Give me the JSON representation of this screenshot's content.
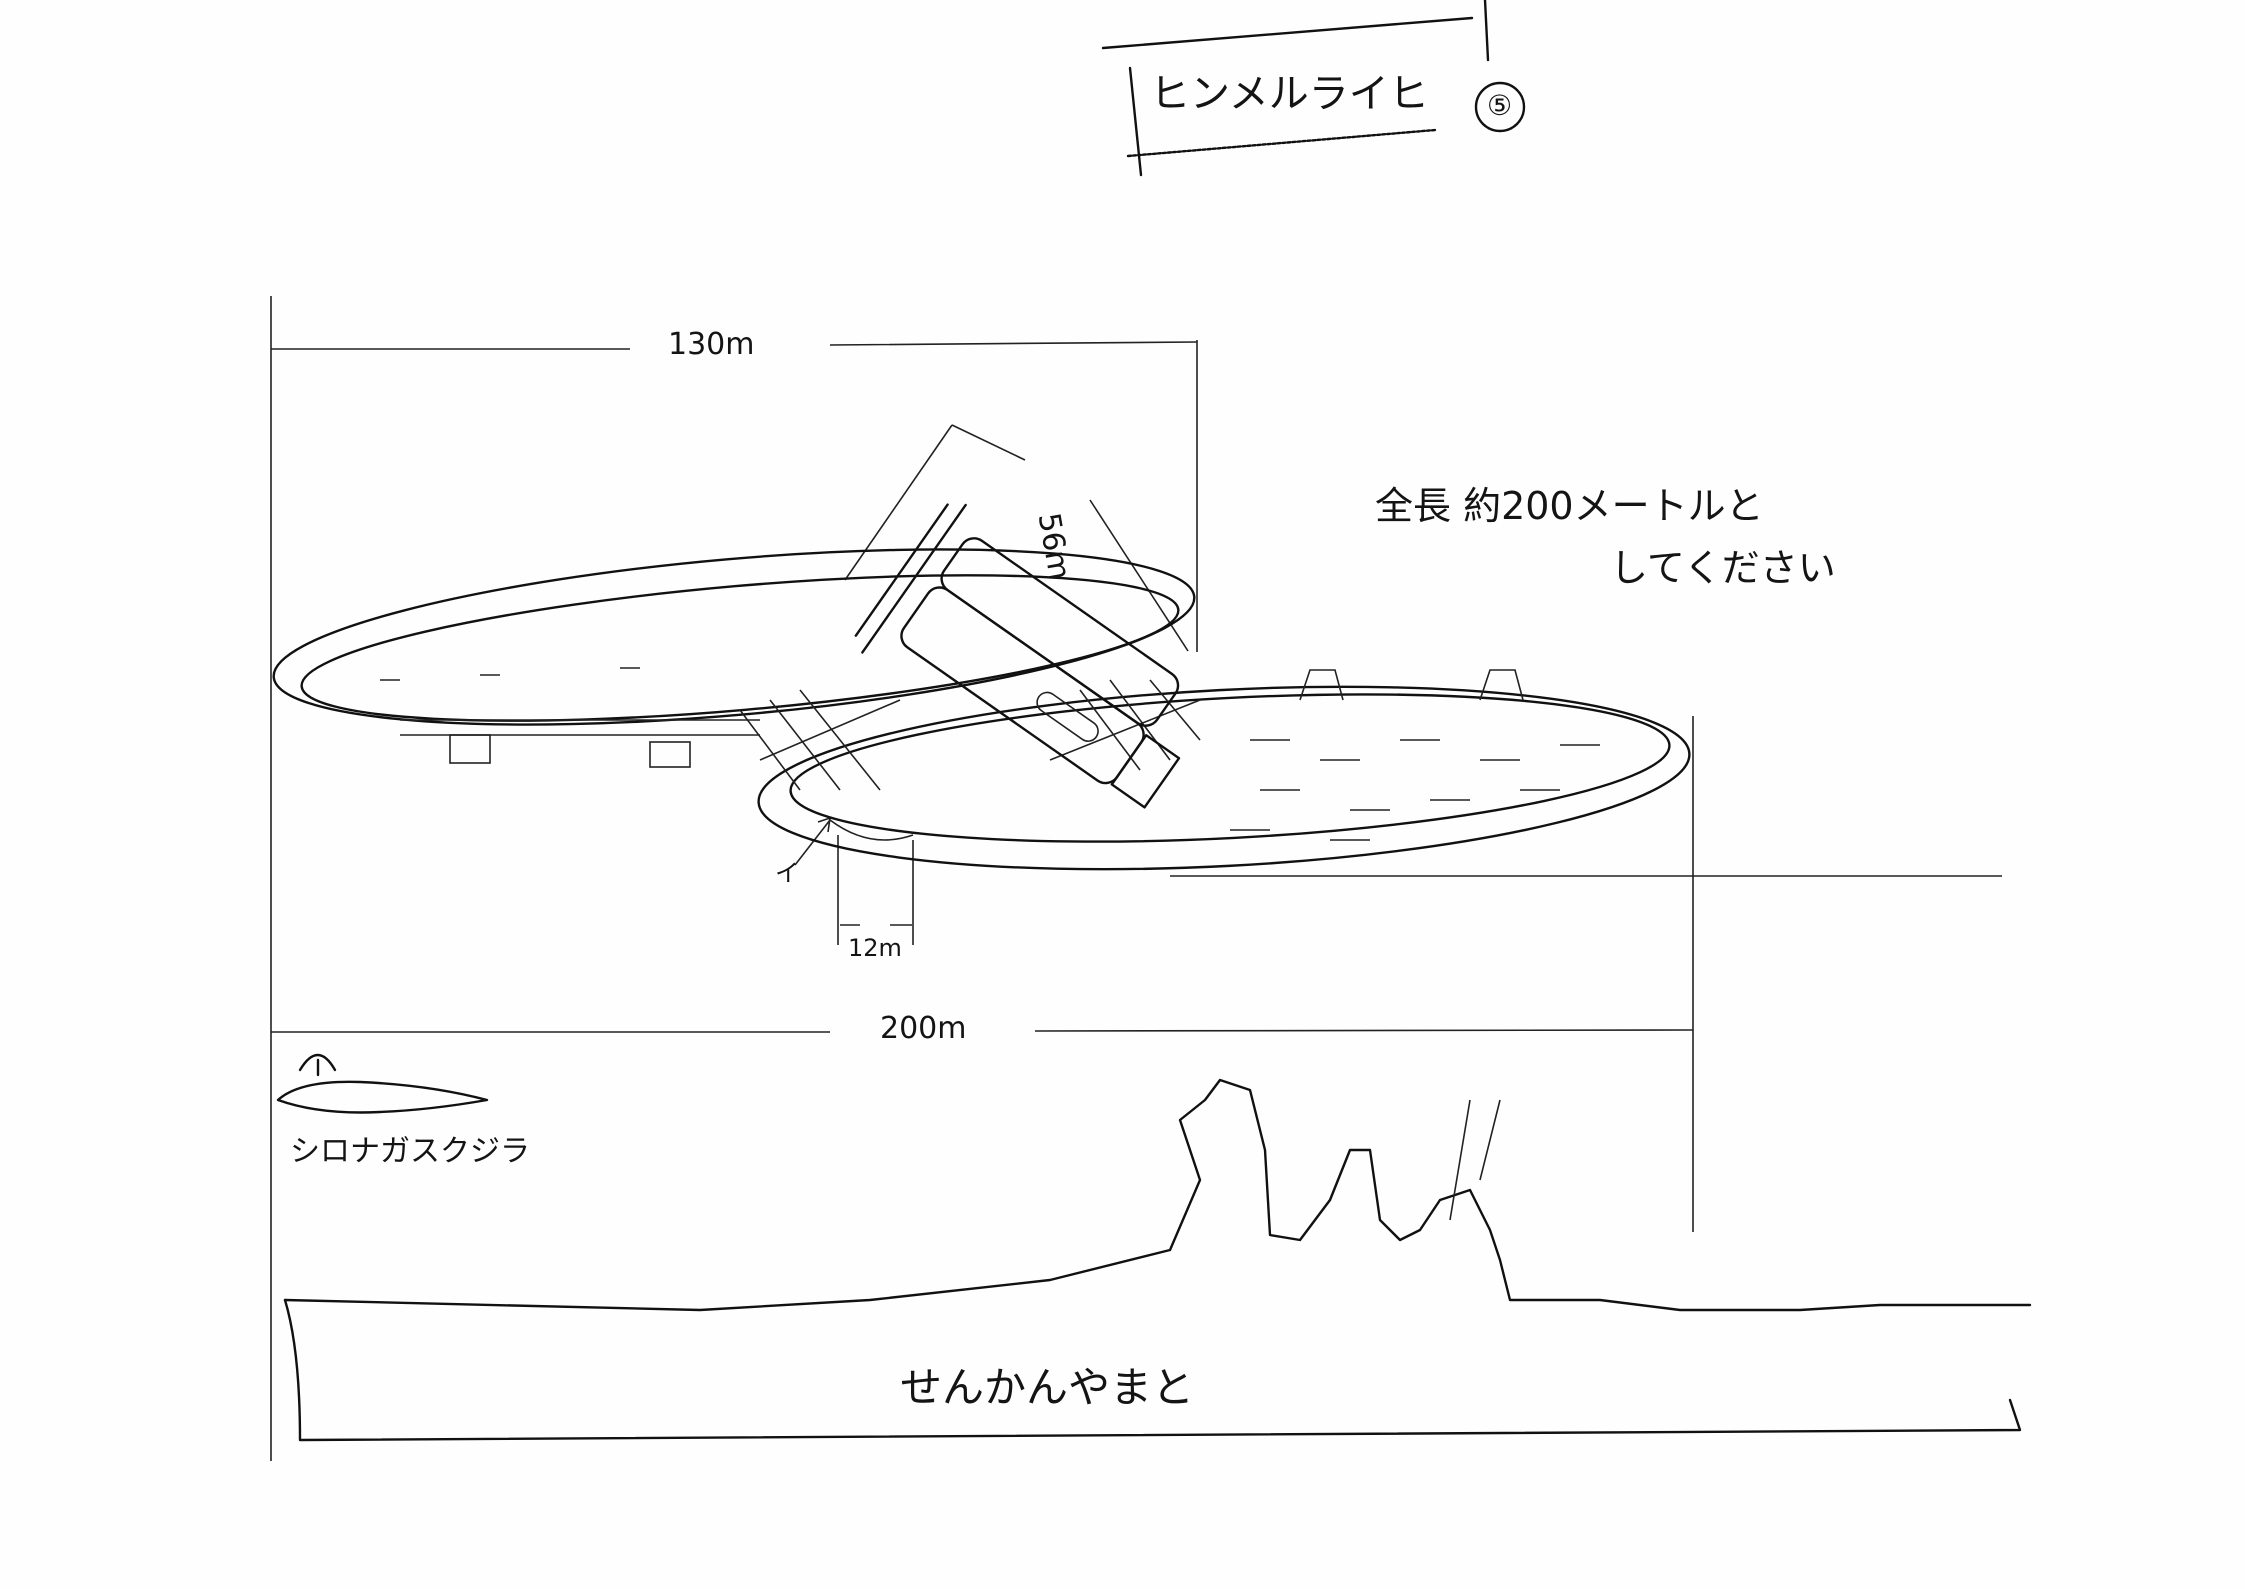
{
  "title": {
    "text": "ヒンメルライヒ",
    "sheet_number": "⑤"
  },
  "note": {
    "line1": "全長 約200メートルと",
    "line2": "してください"
  },
  "dimensions": {
    "upper_disc_width": "130m",
    "tower_length": "56m",
    "support_width": "12m",
    "total_length": "200m",
    "marker": "イ"
  },
  "comparisons": {
    "whale_label": "シロナガスクジラ",
    "battleship_label": "せんかんやまと"
  },
  "colors": {
    "ink": "#111111",
    "paper": "#fefefe"
  }
}
